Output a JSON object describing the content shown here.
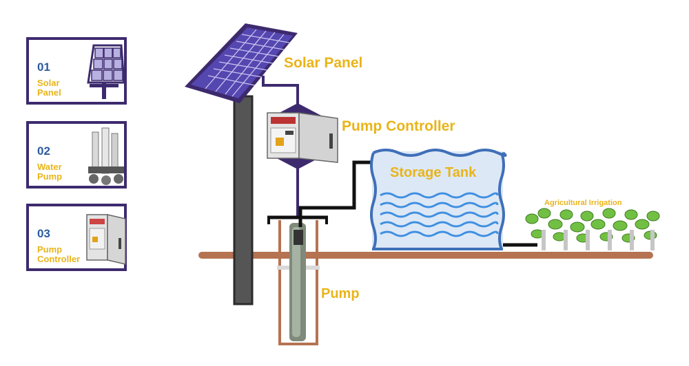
{
  "cards": [
    {
      "number": "01",
      "label_line1": "Solar",
      "label_line2": "Panel"
    },
    {
      "number": "02",
      "label_line1": "Water",
      "label_line2": "Pump"
    },
    {
      "number": "03",
      "label_line1": "Pump",
      "label_line2": "Controller"
    }
  ],
  "labels": {
    "solar_panel": "Solar Panel",
    "pump_controller": "Pump Controller",
    "storage_tank": "Storage Tank",
    "agricultural_irrigation": "Agricultural Irrigation",
    "pump": "Pump"
  },
  "colors": {
    "purple": "#3d2a6e",
    "panel": "#4a3d9c",
    "accent_text": "#e9b419",
    "number_text": "#2c5aa0",
    "ground": "#b57352",
    "water": "#3f8fe0",
    "plant": "#72c043"
  },
  "icons": [
    "solar-panel-icon",
    "water-pump-icon",
    "controller-box-icon"
  ]
}
